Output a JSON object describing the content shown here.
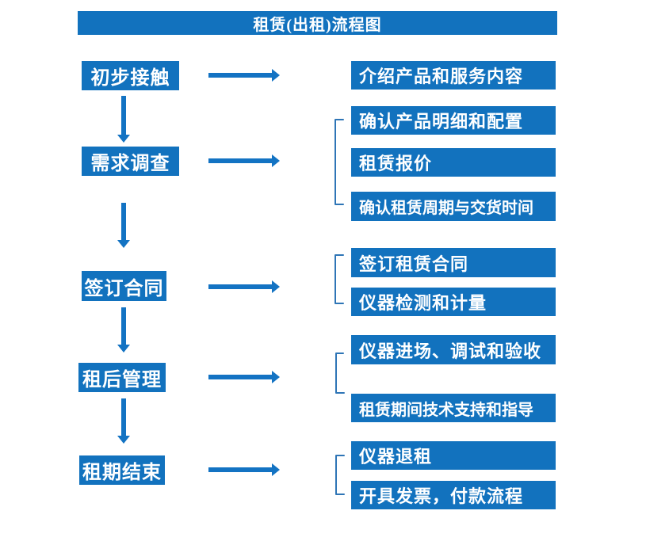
{
  "title": "租赁(出租)流程图",
  "colors": {
    "primary": "#1272BE",
    "arrow": "#1373C3",
    "bracket": "#2E75B6",
    "text-on-primary": "#FFFFFF"
  },
  "steps": [
    {
      "label": "初步接触",
      "details": [
        "介绍产品和服务内容"
      ]
    },
    {
      "label": "需求调查",
      "details": [
        "确认产品明细和配置",
        "租赁报价",
        "确认租赁周期与交货时间"
      ]
    },
    {
      "label": "签订合同",
      "details": [
        "签订租赁合同",
        "仪器检测和计量"
      ]
    },
    {
      "label": "租后管理",
      "details": [
        "仪器进场、调试和验收",
        "租赁期间技术支持和指导"
      ]
    },
    {
      "label": "租期结束",
      "details": [
        "仪器退租",
        "开具发票，付款流程"
      ]
    }
  ]
}
